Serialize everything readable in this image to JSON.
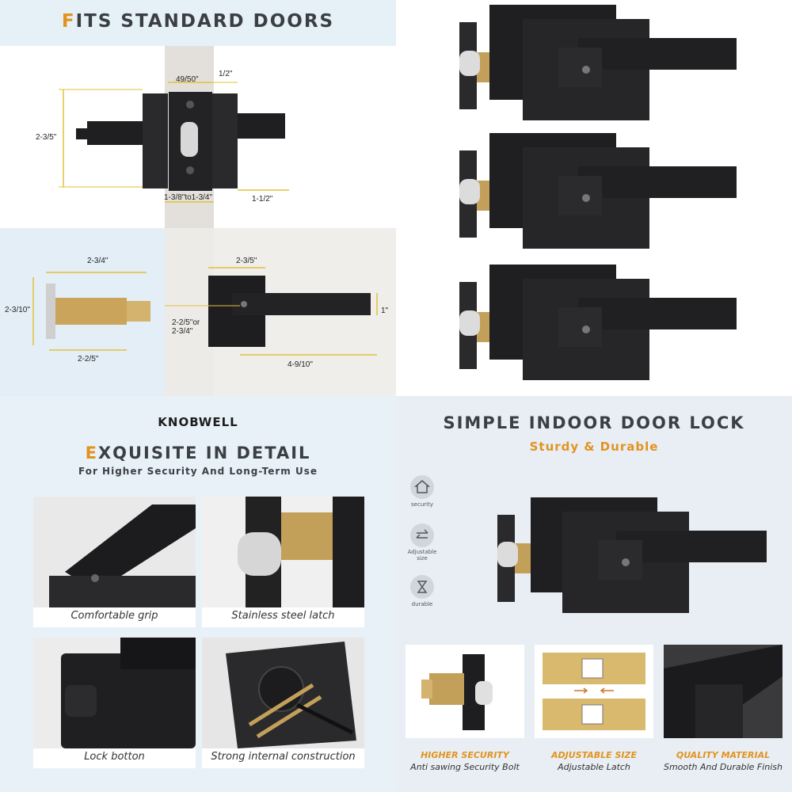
{
  "fits": {
    "title_first": "F",
    "title_rest": "ITS STANDARD DOORS",
    "dims": {
      "backset_width": "49/50\"",
      "edge": "1/2\"",
      "rose_height": "2-3/5\"",
      "door_thickness": "1-3/8\"to1-3/4\"",
      "lever_projection": "1-1/2\"",
      "latch_length": "2-3/4\"",
      "latch_height": "2-3/10\"",
      "latch_bolt": "2-2/5\"",
      "rose_width": "2-3/5\"",
      "backset_options": "2-2/5\"or\n2-3/4\"",
      "lever_height": "1\"",
      "lever_length": "4-9/10\""
    }
  },
  "detail": {
    "brand": "KNOBWELL",
    "title_first": "E",
    "title_rest": "XQUISITE IN DETAIL",
    "subtitle": "For Higher Security And Long-Term Use",
    "cards": [
      {
        "caption": "Comfortable grip"
      },
      {
        "caption": "Stainless steel latch"
      },
      {
        "caption": "Lock botton"
      },
      {
        "caption": "Strong internal construction"
      }
    ]
  },
  "simple": {
    "title": "SIMPLE INDOOR DOOR LOCK",
    "subtitle": "Sturdy & Durable",
    "icons": [
      {
        "icon": "house-shield-icon",
        "label": "security"
      },
      {
        "icon": "arrows-swap-icon",
        "label": "Adjustable\nsize"
      },
      {
        "icon": "hourglass-icon",
        "label": "durable"
      }
    ],
    "features": [
      {
        "title": "HIGHER SECURITY",
        "desc": "Anti sawing Security Bolt"
      },
      {
        "title": "ADJUSTABLE SIZE",
        "desc": "Adjustable Latch"
      },
      {
        "title": "QUALITY MATERIAL",
        "desc": "Smooth And Durable Finish"
      }
    ]
  },
  "colors": {
    "accent": "#e2931e",
    "lock_black": "#1e1e20",
    "brass": "#c9a45a",
    "panel_blue": "#e6f0f7"
  }
}
